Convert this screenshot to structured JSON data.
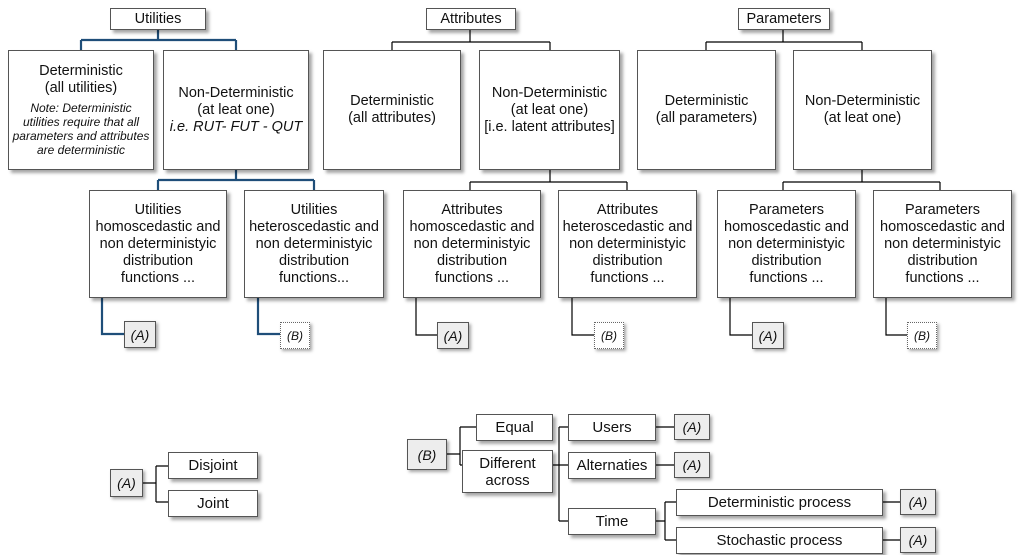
{
  "utilities": {
    "title": "Utilities",
    "deterministic": {
      "line1": "Deterministic",
      "line2": "(all utilities)",
      "note": "Note: Deterministic utilities require that all parameters and attributes are deterministic"
    },
    "non_deterministic": {
      "line1": "Non-Deterministic",
      "line2": "(at leat one)",
      "line3": "i.e. RUT- FUT - QUT"
    },
    "homoscedastic": "Utilities homoscedastic and non deterministyic distribution functions ...",
    "heteroscedastic": "Utilities heteroscedastic and non deterministyic distribution functions..."
  },
  "attributes": {
    "title": "Attributes",
    "deterministic": {
      "line1": "Deterministic",
      "line2": "(all attributes)"
    },
    "non_deterministic": {
      "line1": "Non-Deterministic",
      "line2": "(at leat one)",
      "line3": "[i.e. latent attributes]"
    },
    "homoscedastic": "Attributes homoscedastic and non deterministyic distribution functions ...",
    "heteroscedastic": "Attributes heteroscedastic and non deterministyic distribution functions ..."
  },
  "parameters": {
    "title": "Parameters",
    "deterministic": {
      "line1": "Deterministic",
      "line2": "(all parameters)"
    },
    "non_deterministic": {
      "line1": "Non-Deterministic",
      "line2": "(at leat one)"
    },
    "homoscedastic": "Parameters homoscedastic and non deterministyic distribution functions ...",
    "heteroscedastic": "Parameters homoscedastic and non deterministyic distribution functions ..."
  },
  "tags": {
    "a": "(A)",
    "b": "(B)"
  },
  "legend_a": {
    "disjoint": "Disjoint",
    "joint": "Joint"
  },
  "legend_b": {
    "equal": "Equal",
    "different_across": "Different across",
    "users": "Users",
    "alternatives": "Alternaties",
    "time": "Time",
    "deterministic_process": "Deterministic process",
    "stochastic_process": "Stochastic process"
  },
  "colors": {
    "utilities_connector": "#1f4e79",
    "connector": "#000000",
    "tag_fill": "#ededed"
  }
}
